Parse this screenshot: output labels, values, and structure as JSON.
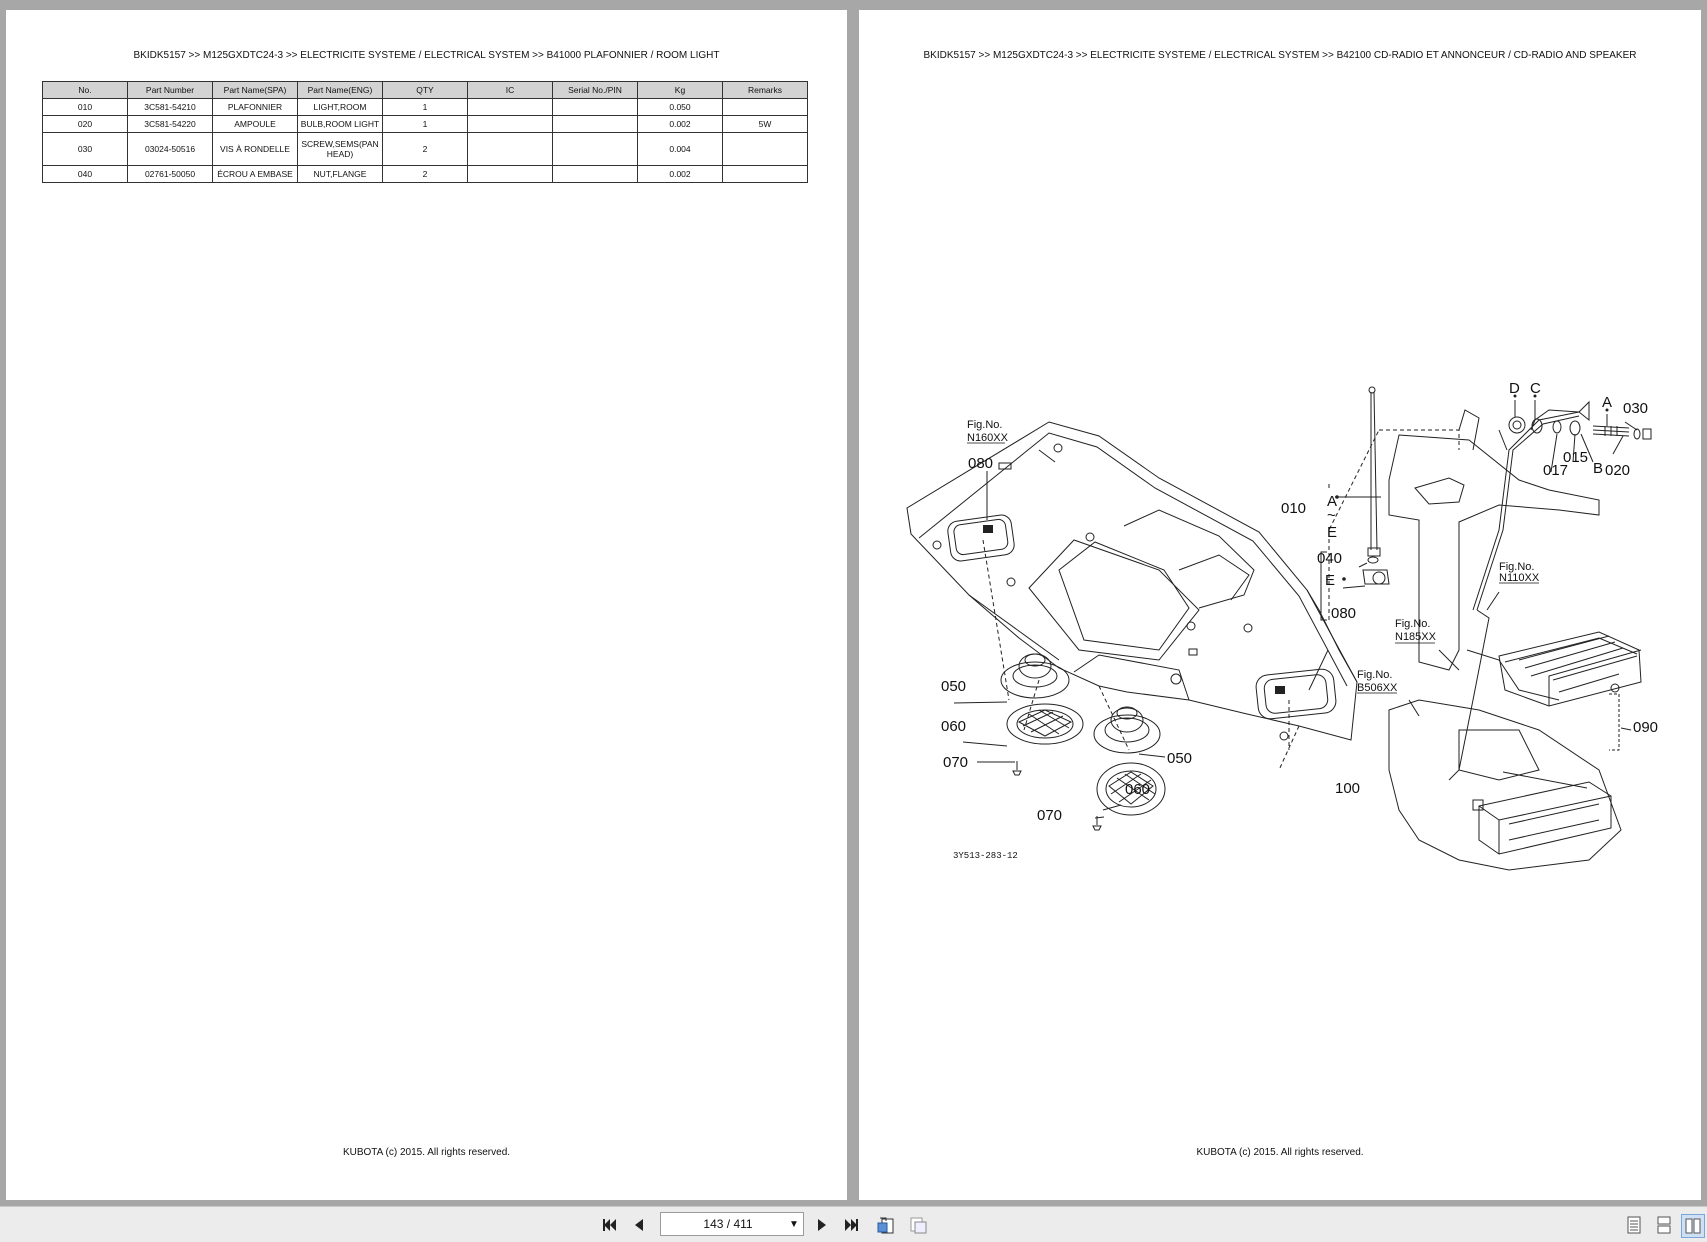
{
  "left_page": {
    "header": "BKIDK5157 >> M125GXDTC24-3 >> ELECTRICITE SYSTEME / ELECTRICAL SYSTEM >> B41000   PLAFONNIER / ROOM LIGHT",
    "footer": "KUBOTA (c) 2015. All rights reserved.",
    "table": {
      "columns": [
        "No.",
        "Part Number",
        "Part Name(SPA)",
        "Part Name(ENG)",
        "QTY",
        "IC",
        "Serial No./PIN",
        "Kg",
        "Remarks"
      ],
      "rows": [
        {
          "no": "010",
          "part_number": "3C581-54210",
          "name_spa": "PLAFONNIER",
          "name_eng": "LIGHT,ROOM",
          "qty": "1",
          "ic": "",
          "serial": "",
          "kg": "0.050",
          "remarks": ""
        },
        {
          "no": "020",
          "part_number": "3C581-54220",
          "name_spa": "AMPOULE",
          "name_eng": "BULB,ROOM LIGHT",
          "qty": "1",
          "ic": "",
          "serial": "",
          "kg": "0.002",
          "remarks": "5W"
        },
        {
          "no": "030",
          "part_number": "03024-50516",
          "name_spa": "VIS À RONDELLE",
          "name_eng": "SCREW,SEMS(PAN HEAD)",
          "qty": "2",
          "ic": "",
          "serial": "",
          "kg": "0.004",
          "remarks": ""
        },
        {
          "no": "040",
          "part_number": "02761-50050",
          "name_spa": "ÉCROU A EMBASE",
          "name_eng": "NUT,FLANGE",
          "qty": "2",
          "ic": "",
          "serial": "",
          "kg": "0.002",
          "remarks": ""
        }
      ]
    }
  },
  "right_page": {
    "header": "BKIDK5157 >> M125GXDTC24-3 >> ELECTRICITE SYSTEME / ELECTRICAL SYSTEM >> B42100   CD-RADIO ET ANNONCEUR / CD-RADIO AND SPEAKER",
    "footer": "KUBOTA (c) 2015. All rights reserved.",
    "diagram": {
      "drawing_number": "3Y513-283-12",
      "fig_refs": {
        "n160": "N160XX",
        "n110": "N110XX",
        "n185": "N185XX",
        "b506": "B506XX",
        "fig_label": "Fig.No."
      },
      "callouts": {
        "c010": "010",
        "c015": "015",
        "c017": "017",
        "c020": "020",
        "c030": "030",
        "c040": "040",
        "c050a": "050",
        "c050b": "050",
        "c060a": "060",
        "c060b": "060",
        "c070a": "070",
        "c070b": "070",
        "c080a": "080",
        "c080b": "080",
        "c090": "090",
        "c100": "100"
      },
      "letters": {
        "a": "A",
        "b": "B",
        "c": "C",
        "d": "D",
        "e": "E",
        "range_top": "A",
        "range_mid": "~",
        "range_bot": "E"
      }
    }
  },
  "toolbar": {
    "page_indicator": "143 / 411",
    "icons": [
      "first-page-icon",
      "previous-page-icon",
      "next-page-icon",
      "last-page-icon",
      "rotate-page-icon",
      "copy-page-icon",
      "single-page-view-icon",
      "continuous-view-icon",
      "facing-pages-view-icon"
    ]
  }
}
